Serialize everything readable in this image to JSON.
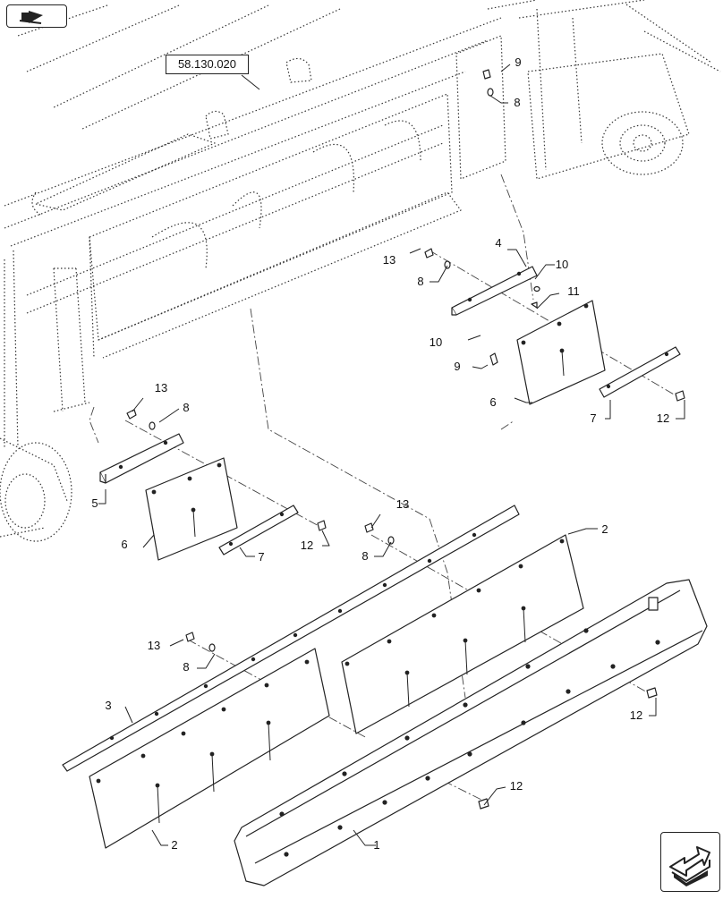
{
  "reference_link": "58.130.020",
  "nav": {
    "top_icon": "book-arrow-icon",
    "bottom_icon": "next-page-arrow-icon"
  },
  "callouts": [
    "1",
    "2",
    "2",
    "3",
    "4",
    "5",
    "6",
    "6",
    "7",
    "7",
    "8",
    "8",
    "8",
    "8",
    "8",
    "9",
    "9",
    "10",
    "10",
    "11",
    "12",
    "12",
    "12",
    "12",
    "13",
    "13",
    "13",
    "13"
  ]
}
